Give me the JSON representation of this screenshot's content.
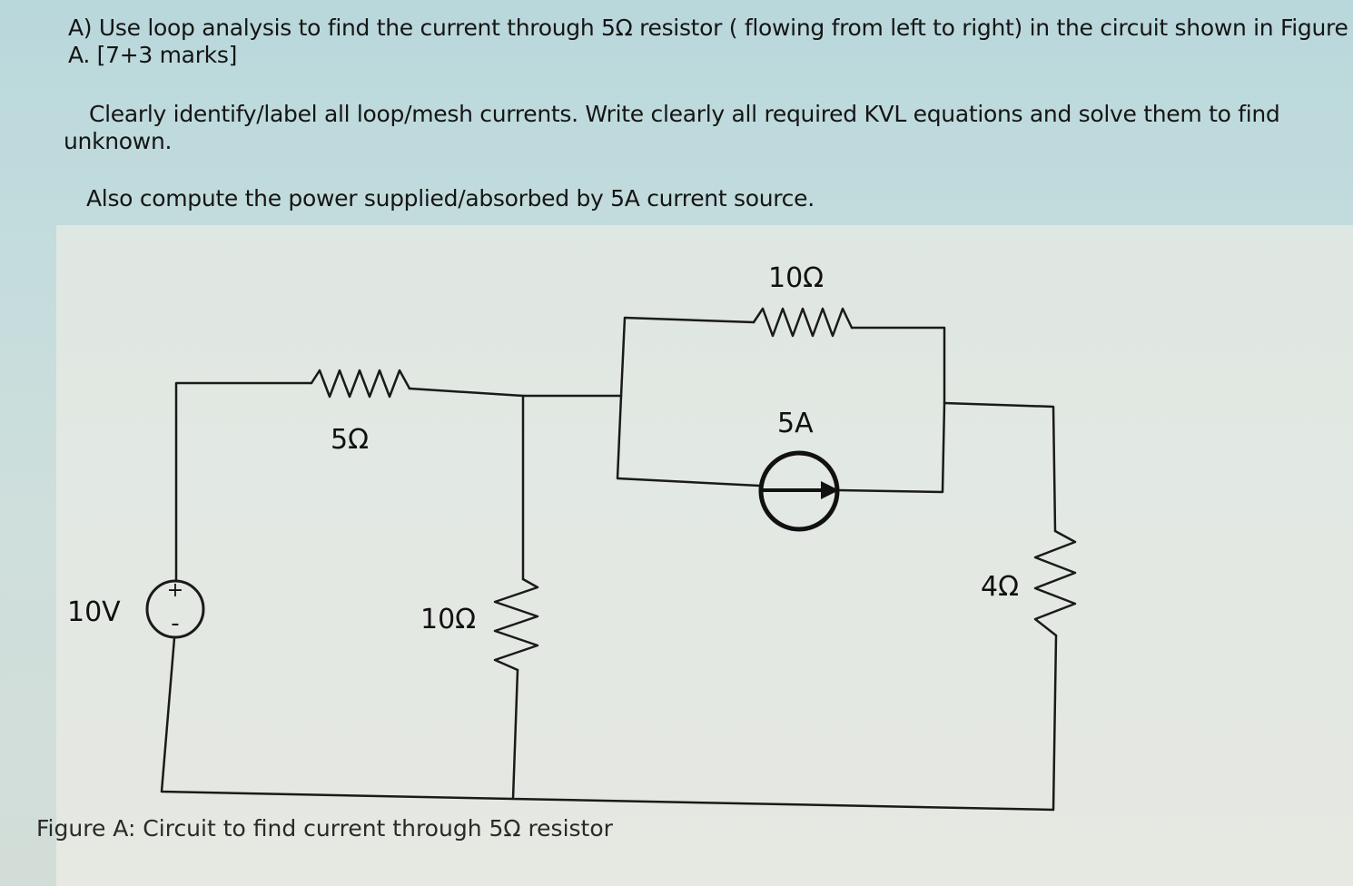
{
  "question": {
    "line1": "A) Use loop analysis to find the current through 5Ω resistor ( flowing from left to right) in the circuit shown in Figure",
    "line2": "A. [7+3 marks]",
    "line3": "Clearly identify/label all loop/mesh currents. Write clearly all required KVL equations and solve them to find",
    "line4": "unknown.",
    "line5": "Also compute the power supplied/absorbed by 5A current source."
  },
  "circuit": {
    "source_voltage_label": "10V",
    "source_plus": "+",
    "source_minus": "-",
    "r_series_label": "5Ω",
    "r_shunt_label": "10Ω",
    "r_top_label": "10Ω",
    "current_source_label": "5A",
    "r_right_label": "4Ω"
  },
  "caption": "Figure A: Circuit to find current through 5Ω resistor"
}
